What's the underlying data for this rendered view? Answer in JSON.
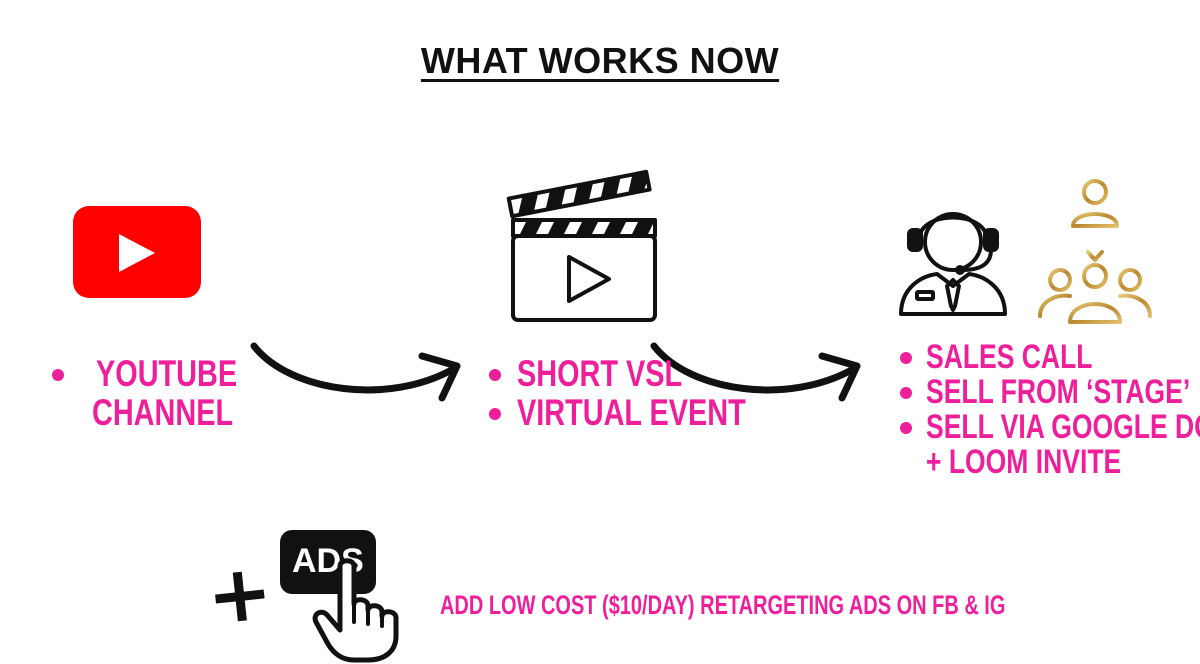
{
  "title": "WHAT WORKS NOW",
  "colors": {
    "accent": "#ee1f9b",
    "youtube_red": "#ff0000",
    "gold": "#c9a340",
    "ink": "#111111"
  },
  "steps": [
    {
      "icon": "youtube-icon",
      "items": [
        "YOUTUBE",
        "CHANNEL"
      ]
    },
    {
      "icon": "clapperboard-play-icon",
      "items": [
        "SHORT VSL",
        "VIRTUAL EVENT"
      ]
    },
    {
      "icons": [
        "call-center-agent-icon",
        "referral-network-icon"
      ],
      "items": [
        "SALES CALL",
        "SELL FROM  ‘STAGE’",
        "SELL VIA GOOGLE DOC",
        "+ LOOM INVITE"
      ]
    }
  ],
  "ads": {
    "badge_label": "ADS",
    "plus_sign": "+",
    "note": "ADD LOW COST ($10/DAY) RETARGETING ADS ON FB & IG"
  }
}
